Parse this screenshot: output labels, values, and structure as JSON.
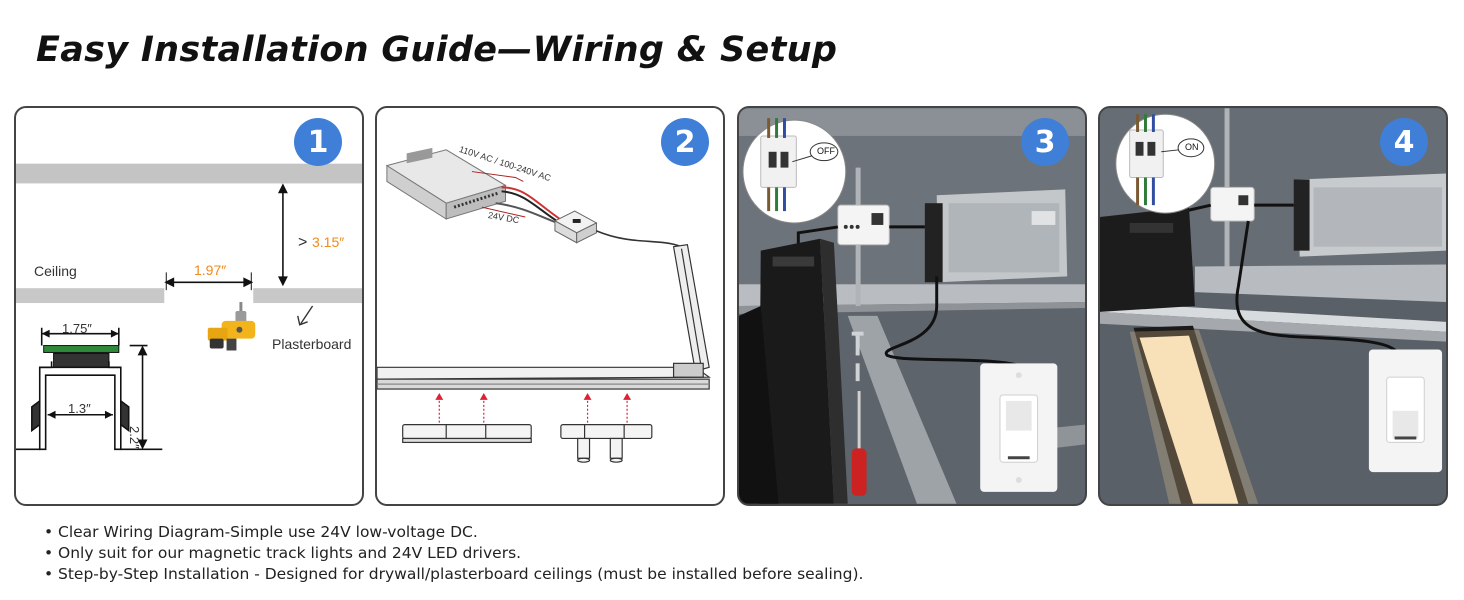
{
  "title": "Easy Installation Guide—Wiring & Setup",
  "steps": [
    {
      "number": "1",
      "labels": {
        "ceiling": "Ceiling",
        "gap": "1.97″",
        "height_prefix": ">",
        "height": "3.15″",
        "plasterboard": "Plasterboard",
        "profile_width": "1.75″",
        "inner_width": "1.3″",
        "profile_height": "2.2″"
      }
    },
    {
      "number": "2",
      "labels": {
        "ac_input": "110V AC / 100-240V AC",
        "dc_output": "24V DC"
      }
    },
    {
      "number": "3",
      "labels": {
        "breaker_state": "OFF"
      }
    },
    {
      "number": "4",
      "labels": {
        "breaker_state": "ON"
      }
    }
  ],
  "notes": [
    "Clear Wiring Diagram-Simple use 24V low-voltage DC.",
    "Only suit for our magnetic track lights and 24V LED drivers.",
    "Step-by-Step Installation - Designed for drywall/plasterboard ceilings (must be installed before sealing)."
  ],
  "colors": {
    "badge": "#3f7fd7",
    "accent_orange": "#f08a1c",
    "panel_border": "#444444",
    "ceiling_gray": "#c8c8c8"
  },
  "icons": {
    "step1": [
      "drill-icon",
      "pointer-arrow-icon"
    ],
    "step2": [
      "led-driver-icon",
      "connector-box-icon",
      "track-rail-icon",
      "linear-light-icon",
      "spotlight-icon"
    ],
    "step3": [
      "breaker-icon",
      "controller-icon",
      "led-driver-icon",
      "wall-switch-icon",
      "screwdriver-icon"
    ],
    "step4": [
      "breaker-icon",
      "controller-icon",
      "led-driver-icon",
      "wall-switch-icon",
      "lit-track-light-icon"
    ]
  }
}
